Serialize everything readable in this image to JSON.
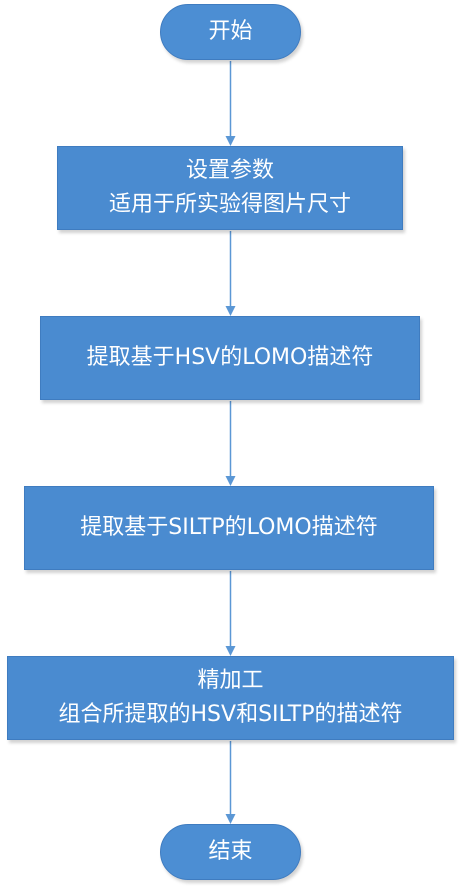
{
  "start": {
    "label": "开始"
  },
  "steps": [
    {
      "lines": [
        "设置参数",
        "适用于所实验得图片尺寸"
      ]
    },
    {
      "lines": [
        "提取基于HSV的LOMO描述符"
      ]
    },
    {
      "lines": [
        "提取基于SILTP的LOMO描述符"
      ]
    },
    {
      "lines": [
        "精加工",
        "组合所提取的HSV和SILTP的描述符"
      ]
    }
  ],
  "end": {
    "label": "结束"
  },
  "colors": {
    "node_fill": "#4a8bd0",
    "arrow": "#5b97d5",
    "text": "#ffffff"
  }
}
